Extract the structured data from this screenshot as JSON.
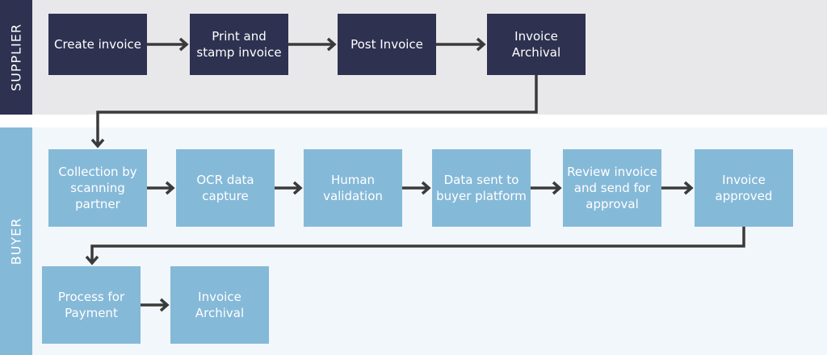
{
  "lanes": {
    "supplier": {
      "label": "SUPPLIER"
    },
    "buyer": {
      "label": "BUYER"
    }
  },
  "supplier_steps": [
    {
      "label": "Create invoice"
    },
    {
      "label": "Print and stamp invoice"
    },
    {
      "label": "Post Invoice"
    },
    {
      "label": "Invoice Archival"
    }
  ],
  "buyer_steps": [
    {
      "label": "Collection by scanning partner"
    },
    {
      "label": "OCR data capture"
    },
    {
      "label": "Human validation"
    },
    {
      "label": "Data sent to buyer platform"
    },
    {
      "label": "Review invoice and send for approval"
    },
    {
      "label": "Invoice approved"
    },
    {
      "label": "Process for Payment"
    },
    {
      "label": "Invoice Archival"
    }
  ],
  "colors": {
    "supplier_box": "#2e3150",
    "buyer_box": "#85b9d8",
    "supplier_lane_bg": "#e8e8ea",
    "buyer_lane_bg": "#f1f7fa",
    "connector": "#3a3a3a"
  }
}
